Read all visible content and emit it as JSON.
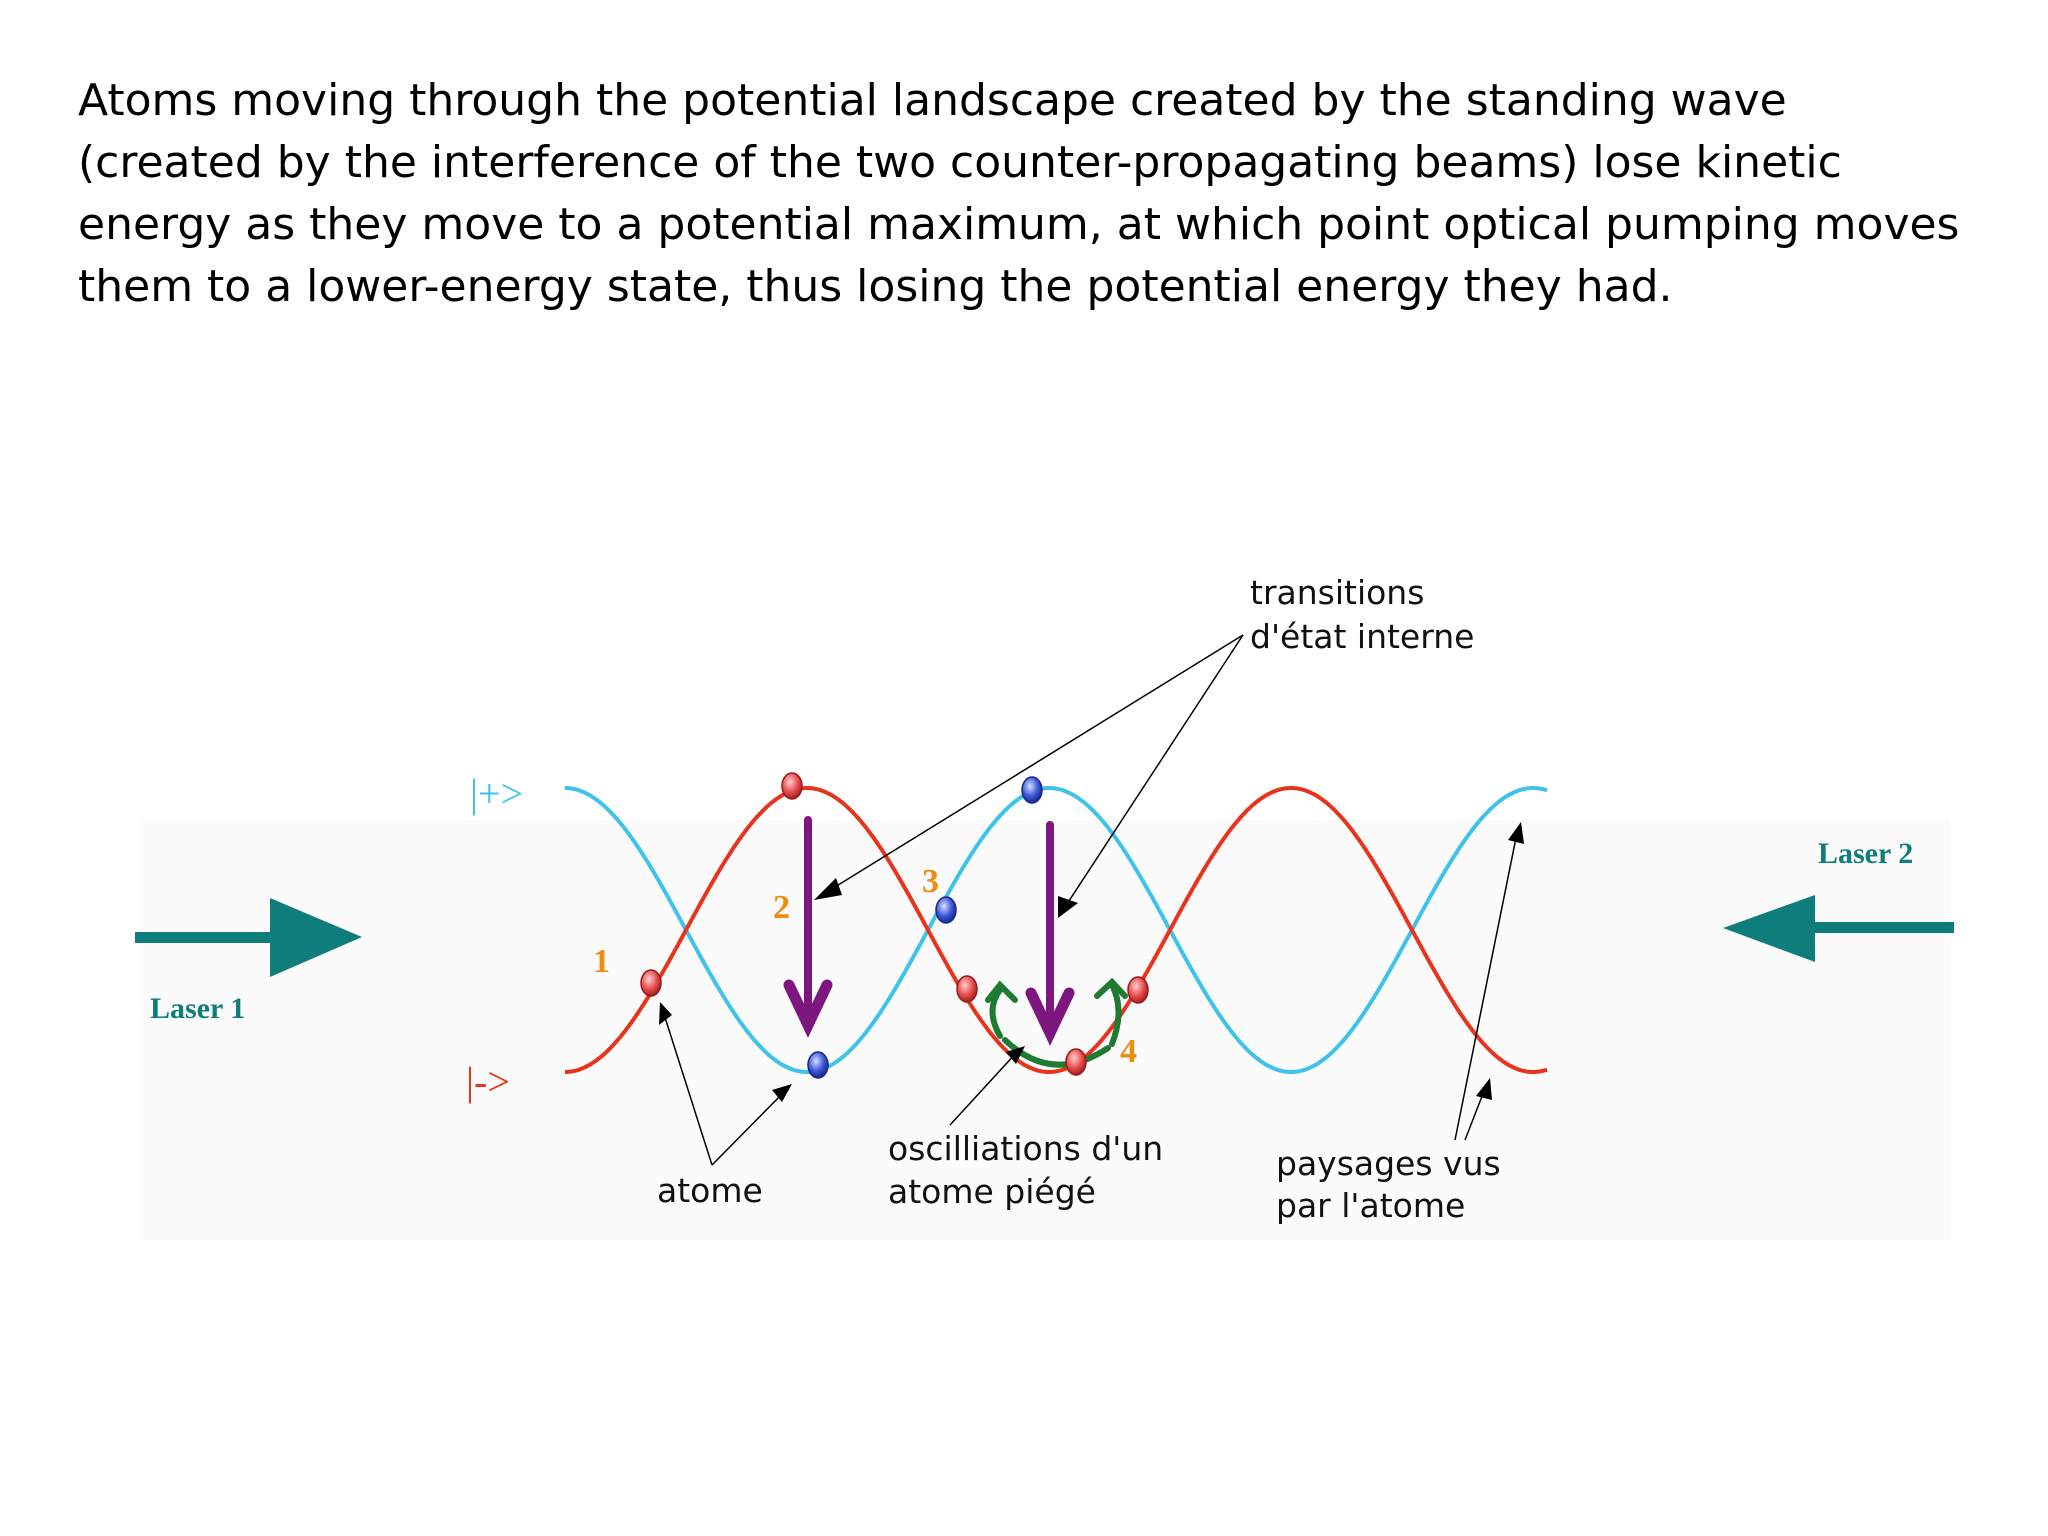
{
  "caption": "Atoms moving through the potential landscape created by the standing wave (created by the interference of the two counter-propagating beams) lose kinetic energy as they move to a potential maximum, at which point optical pumping moves them to a lower-energy state, thus losing the potential energy they had.",
  "diagram": {
    "state_plus": "|+>",
    "state_minus": "|->",
    "laser1": "Laser 1",
    "laser2": "Laser 2",
    "labels": {
      "transitions_line1": "transitions",
      "transitions_line2": "d'état interne",
      "atome": "atome",
      "oscillations_line1": "oscilliations d'un",
      "oscillations_line2": "atome piégé",
      "paysages_line1": "paysages vus",
      "paysages_line2": "par l'atome"
    },
    "steps": [
      "1",
      "2",
      "3",
      "4"
    ],
    "colors": {
      "plus_wave": "#3fc3ea",
      "minus_wave": "#e8341c",
      "laser": "#0f7d7b",
      "pump_arrow": "#7d167f",
      "oscillation_arrow": "#1f7a32",
      "step_number": "#ef8b10",
      "atom_red": "#e84d4d",
      "atom_blue": "#3d56d8"
    }
  }
}
